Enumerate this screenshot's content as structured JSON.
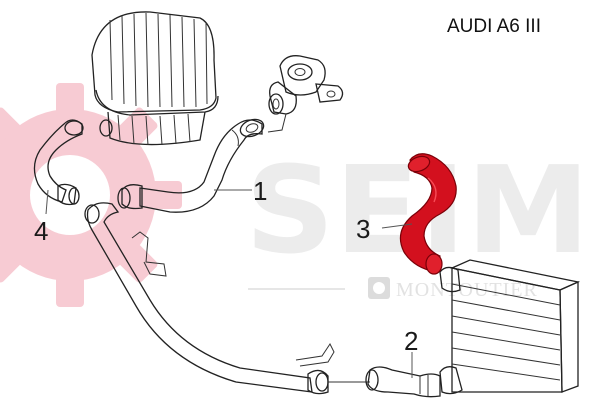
{
  "diagram": {
    "title": "AUDI A6 III",
    "watermark": {
      "brand": "SEIM",
      "sub": "MONTOUTIER",
      "gear_color": "#f7c6cf",
      "text_color": "#ececec"
    },
    "highlight_color": "#d3101e",
    "callouts": [
      {
        "id": "1",
        "label": "1"
      },
      {
        "id": "2",
        "label": "2"
      },
      {
        "id": "3",
        "label": "3"
      },
      {
        "id": "4",
        "label": "4"
      }
    ]
  }
}
